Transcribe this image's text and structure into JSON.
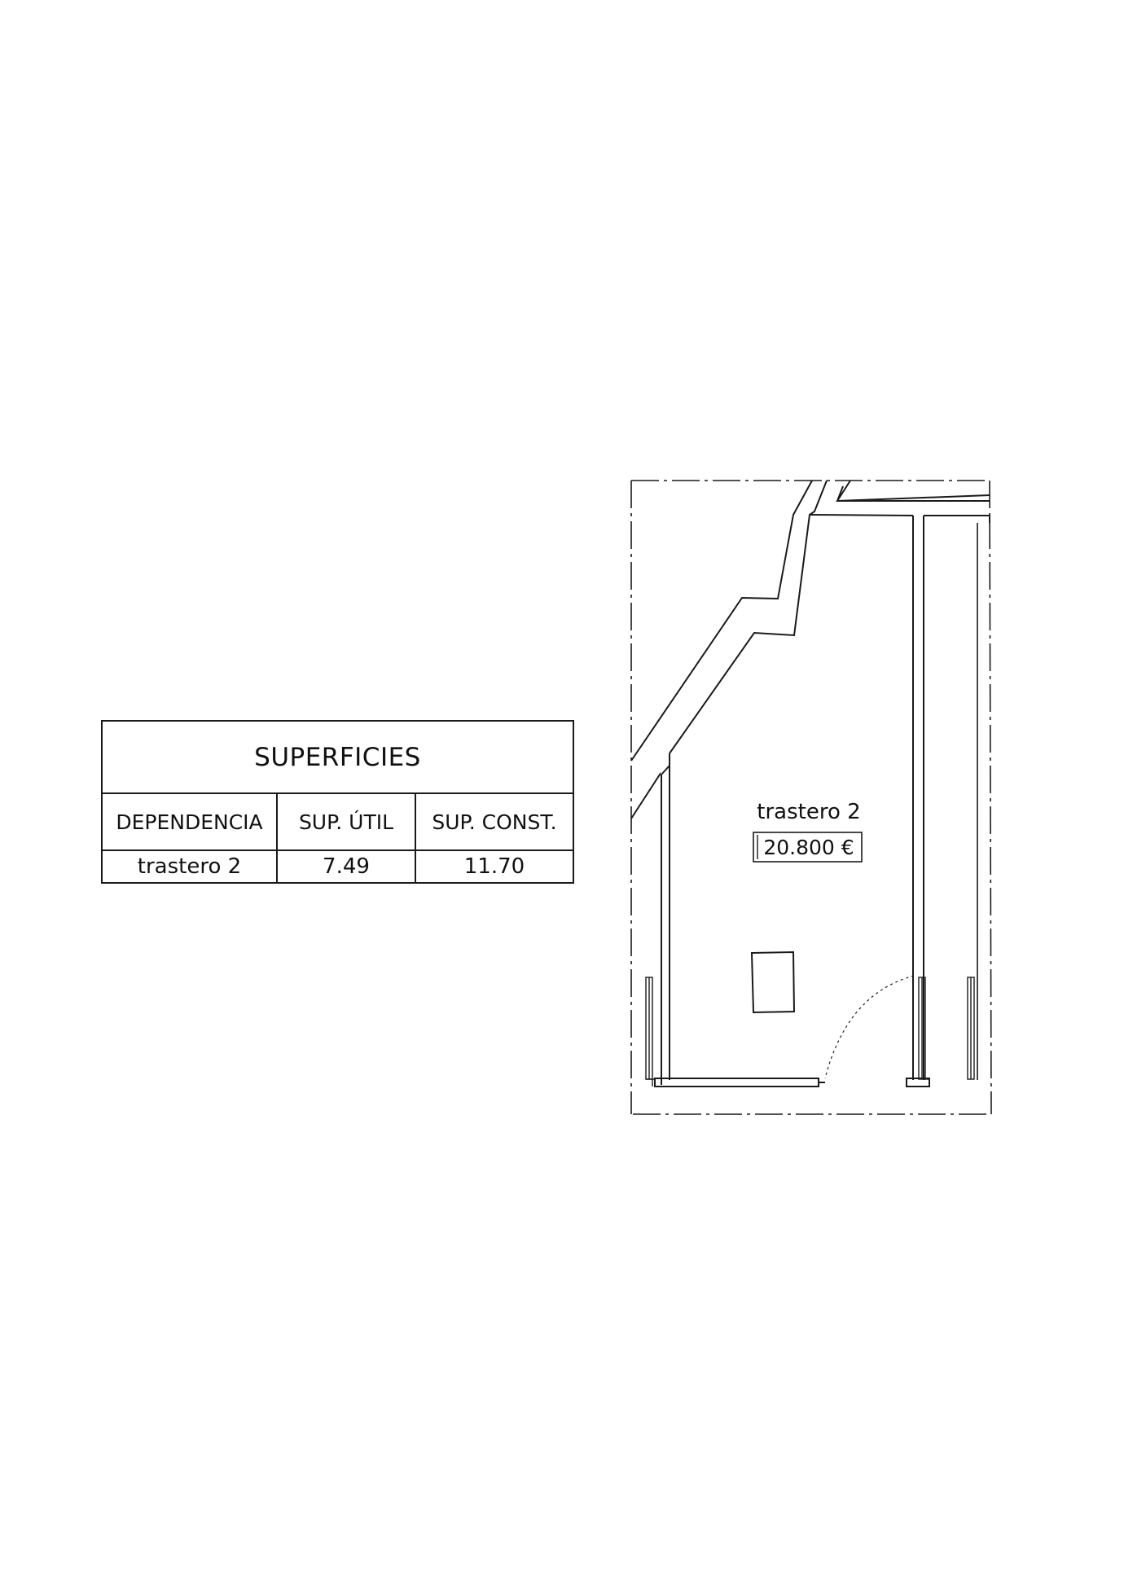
{
  "surfaces_table": {
    "title": "SUPERFICIES",
    "columns": [
      "DEPENDENCIA",
      "SUP. ÚTIL",
      "SUP. CONST."
    ],
    "rows": [
      {
        "dependencia": "trastero 2",
        "sup_util": "7.49",
        "sup_const": "11.70"
      }
    ]
  },
  "plan": {
    "room_label": "trastero 2",
    "price_label": "20.800 €"
  },
  "colors": {
    "line": "#1a1a1a",
    "background": "#ffffff"
  }
}
